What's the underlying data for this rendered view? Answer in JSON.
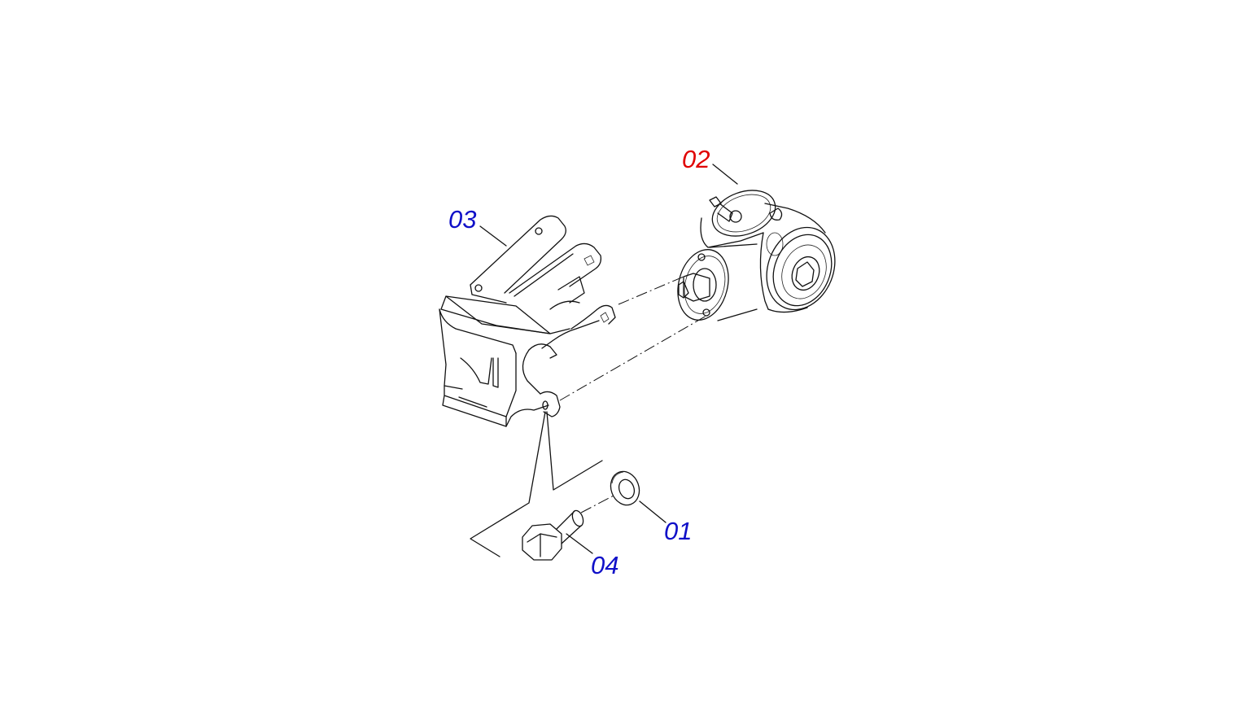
{
  "colors": {
    "assembly_part": "#e00000",
    "component_part": "#1010c8",
    "line": "#111111",
    "background": "#ffffff"
  },
  "callouts": {
    "part_01": "01",
    "part_02": "02",
    "part_03": "03",
    "part_04": "04"
  },
  "parts": [
    {
      "number": "01",
      "icon": "washer-icon"
    },
    {
      "number": "02",
      "icon": "gearbox-housing-icon"
    },
    {
      "number": "03",
      "icon": "mounting-bracket-icon"
    },
    {
      "number": "04",
      "icon": "hex-bolt-icon"
    }
  ]
}
